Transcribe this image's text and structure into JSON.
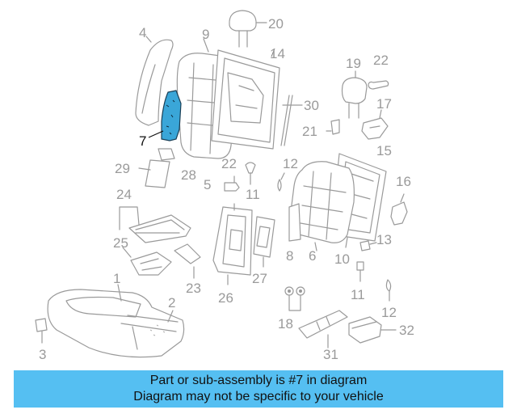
{
  "callouts": {
    "n1": "1",
    "n2": "2",
    "n3": "3",
    "n4": "4",
    "n6": "6",
    "n7": "7",
    "n8": "8",
    "n9": "9",
    "n10": "10",
    "n11a": "11",
    "n11b": "11",
    "n12a": "12",
    "n12b": "12",
    "n13": "13",
    "n14": "14",
    "n15": "15",
    "n16": "16",
    "n17": "17",
    "n18": "18",
    "n19": "19",
    "n20": "20",
    "n21": "21",
    "n22a": "22",
    "n22b": "22",
    "n23": "23",
    "n24": "24",
    "n25": "25",
    "n26": "26",
    "n27": "27",
    "n28": "28",
    "n29": "29",
    "n30": "30",
    "n31": "31",
    "n32": "32",
    "n5": "5"
  },
  "highlight": {
    "part": "7",
    "color": "#3aa6d8"
  },
  "banner": {
    "line1": "Part or sub-assembly is #7 in diagram",
    "line2": "Diagram may not be specific to your vehicle",
    "color": "#55bff2"
  }
}
